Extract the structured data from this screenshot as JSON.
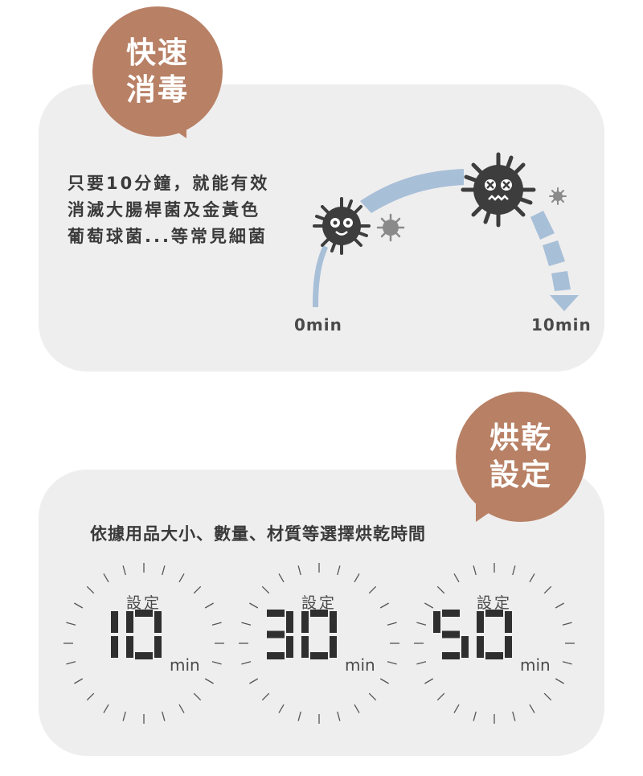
{
  "section1": {
    "bubble_line1": "快速",
    "bubble_line2": "消毒",
    "desc_lines": [
      "只要10分鐘，就能有效",
      "消滅大腸桿菌及金黃色",
      "葡萄球菌...等常見細菌"
    ],
    "time_start": "0min",
    "time_end": "10min",
    "icons": [
      "germ-happy-icon",
      "germ-dizzy-icon",
      "small-germ-icon"
    ],
    "accent": "#b88065",
    "arc_color": "#a8bfd8",
    "germ_color": "#3d3d3d"
  },
  "section2": {
    "bubble_line1": "烘乾",
    "bubble_line2": "設定",
    "desc": "依據用品大小、數量、材質等選擇烘乾時間",
    "dials": [
      {
        "label": "設定",
        "value": "10",
        "unit": "min"
      },
      {
        "label": "設定",
        "value": "30",
        "unit": "min"
      },
      {
        "label": "設定",
        "value": "50",
        "unit": "min"
      }
    ]
  }
}
